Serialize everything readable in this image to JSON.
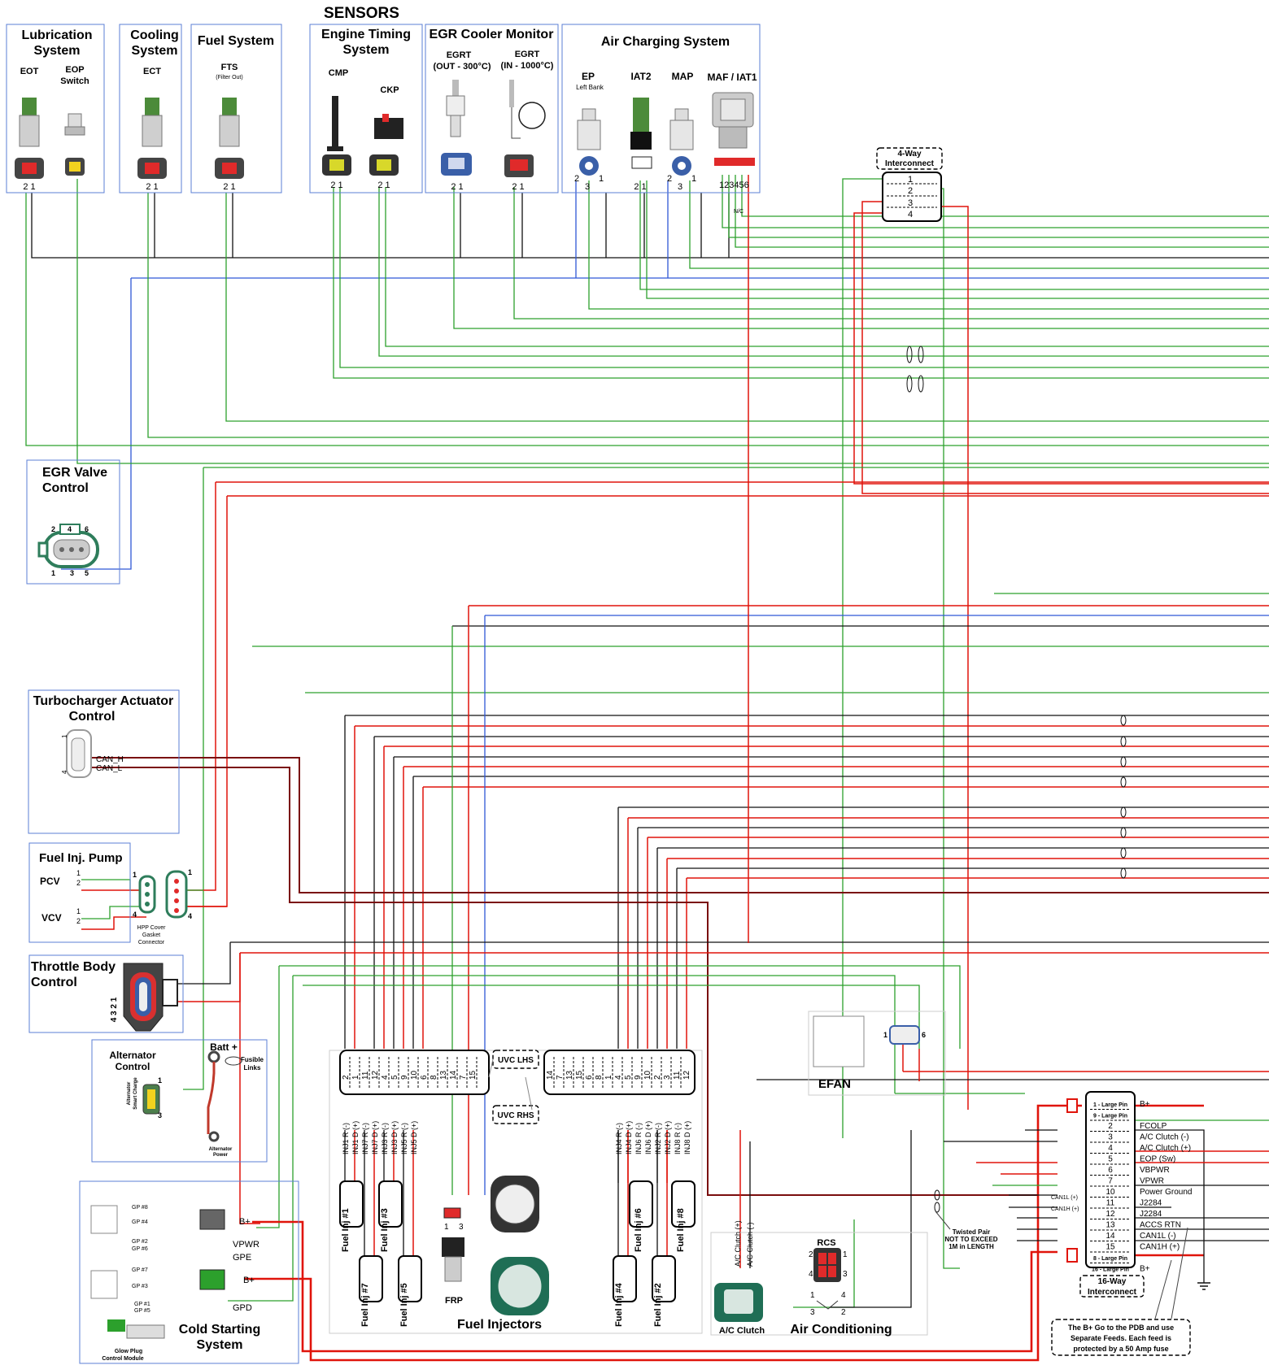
{
  "title": "SENSORS",
  "sensor_groups": {
    "lubrication": {
      "title": [
        "Lubrication",
        "System"
      ],
      "items": [
        "EOT",
        "EOP",
        "Switch"
      ],
      "pins": "2 1"
    },
    "cooling": {
      "title": [
        "Cooling",
        "System"
      ],
      "items": [
        "ECT"
      ],
      "pins": "2 1"
    },
    "fuel": {
      "title": [
        "Fuel System"
      ],
      "items": [
        "FTS",
        "(Filter Out)"
      ],
      "pins": "2 1"
    },
    "timing": {
      "title": [
        "Engine Timing",
        "System"
      ],
      "items": [
        "CMP",
        "CKP"
      ],
      "pins": [
        "2 1",
        "2 1"
      ]
    },
    "egr_cooler": {
      "title": [
        "EGR Cooler Monitor"
      ],
      "items": [
        "EGRT",
        "(OUT - 300°C)",
        "EGRT",
        "(IN - 1000°C)"
      ],
      "pins": [
        "2 1",
        "2 1"
      ]
    },
    "air": {
      "title": [
        "Air Charging System"
      ],
      "items": [
        "EP",
        "Left Bank",
        "IAT2",
        "MAP",
        "MAF / IAT1"
      ],
      "pins": [
        "2",
        "3",
        "1",
        "2 1",
        "2",
        "3",
        "1",
        "123456",
        "N/C"
      ]
    }
  },
  "four_way": {
    "label": [
      "4-Way",
      "Interconnect"
    ],
    "pins": [
      "1",
      "2",
      "3",
      "4"
    ]
  },
  "egr_valve": {
    "title": [
      "EGR Valve",
      "Control"
    ],
    "pins": [
      "2",
      "4",
      "6",
      "1",
      "3",
      "5"
    ]
  },
  "turbo": {
    "title": [
      "Turbocharger Actuator",
      "Control"
    ],
    "lines": [
      "CAN_H",
      "CAN_L"
    ],
    "pins": [
      "1",
      "4"
    ]
  },
  "fuel_pump": {
    "title": "Fuel Inj. Pump",
    "rows": [
      "PCV",
      "VCV"
    ],
    "nums": [
      "1",
      "2",
      "1",
      "2",
      "1",
      "4",
      "1",
      "4"
    ],
    "caption": [
      "HPP Cover",
      "Gasket",
      "Connector"
    ]
  },
  "throttle": {
    "title": [
      "Throttle Body",
      "Control"
    ],
    "pins": "4 3 2 1"
  },
  "alternator": {
    "title": [
      "Alternator",
      "Control"
    ],
    "batt": "Batt +",
    "fusible": [
      "Fusible",
      "Links"
    ],
    "side": [
      "Alternator",
      "Smart Charge"
    ],
    "power": [
      "Alternator",
      "Power"
    ],
    "pins": [
      "1",
      "3"
    ]
  },
  "cold_start": {
    "title": [
      "Cold Starting",
      "System"
    ],
    "gp_top": [
      "GP #8",
      "GP #4",
      "GP #2",
      "GP #6"
    ],
    "gp_bottom": [
      "GP #7",
      "GP #3",
      "GP #1",
      "GP #5"
    ],
    "labels": [
      "B+",
      "VPWR",
      "GPE",
      "B+",
      "GPD"
    ],
    "module": [
      "Glow Plug",
      "Control Module"
    ]
  },
  "injectors": {
    "title": "Fuel Injectors",
    "uvc": [
      "UVC LHS",
      "UVC RHS"
    ],
    "left_pins": [
      "2",
      "1",
      "11",
      "12",
      "4",
      "5",
      "9",
      "10",
      "6",
      "8",
      "13",
      "14",
      "7",
      "15"
    ],
    "right_pins": [
      "14",
      "7",
      "13",
      "15",
      "6",
      "8",
      "1",
      "4",
      "5",
      "9",
      "10",
      "2",
      "3",
      "11",
      "12"
    ],
    "left_signals": [
      "INJ1 R (-)",
      "INJ1 D (+)",
      "INJ7 R (-)",
      "INJ7 D (+)",
      "INJ3 R (-)",
      "INJ3 D (+)",
      "INJ5 R (-)",
      "INJ5 D (+)"
    ],
    "right_signals": [
      "INJ4 R (-)",
      "INJ4 D (+)",
      "INJ6 R (-)",
      "INJ6 D (+)",
      "INJ2 R (-)",
      "INJ2 D (+)",
      "INJ8 R (-)",
      "INJ8 D (+)"
    ],
    "injs": [
      "Fuel\nInj #1",
      "Fuel\nInj #3",
      "Fuel\nInj #7",
      "Fuel\nInj #5",
      "Fuel\nInj #6",
      "Fuel\nInj #8",
      "Fuel\nInj #4",
      "Fuel\nInj #2"
    ],
    "frp": "FRP",
    "frp_pins": [
      "1",
      "3"
    ]
  },
  "efan": {
    "title": "EFAN",
    "pins": [
      "1",
      "6"
    ]
  },
  "ac": {
    "title": "Air Conditioning",
    "clutch": "A/C Clutch",
    "clutch_pins": [
      "A/C Clutch (+)",
      "A/C Clutch (-)"
    ],
    "rcs": "RCS",
    "rcs_pins": [
      "2",
      "1",
      "4",
      "3"
    ],
    "switch_pins": [
      "1",
      "4",
      "3",
      "2"
    ]
  },
  "twisted_pair": [
    "Twisted Pair",
    "NOT TO EXCEED",
    "1M in LENGTH"
  ],
  "interconnect16": {
    "label": [
      "16-Way",
      "Interconnect"
    ],
    "pins": [
      {
        "pin": "1 - Large Pin",
        "sig": "B+"
      },
      {
        "pin": "9 - Large Pin",
        "sig": ""
      },
      {
        "pin": "2",
        "sig": "FCOLP"
      },
      {
        "pin": "3",
        "sig": "A/C Clutch (-)"
      },
      {
        "pin": "4",
        "sig": "A/C Clutch (+)"
      },
      {
        "pin": "5",
        "sig": "EOP (Sw)"
      },
      {
        "pin": "6",
        "sig": "VBPWR"
      },
      {
        "pin": "7",
        "sig": "VPWR"
      },
      {
        "pin": "10",
        "sig": "Power Ground"
      },
      {
        "pin": "11",
        "sig": "J2284"
      },
      {
        "pin": "12",
        "sig": "J2284"
      },
      {
        "pin": "13",
        "sig": "ACCS RTN"
      },
      {
        "pin": "14",
        "sig": "CAN1L (-)"
      },
      {
        "pin": "15",
        "sig": "CAN1H (+)"
      },
      {
        "pin": "8 - Large Pin",
        "sig": ""
      },
      {
        "pin": "16 - Large Pin",
        "sig": "B+"
      }
    ],
    "can_labels": [
      "CAN1L (+)",
      "CAN1H (+)"
    ]
  },
  "note": [
    "The B+ Go  to the PDB  and  use",
    "Separate Feeds. Each feed is",
    "protected by a 50 Amp fuse"
  ],
  "colors": {
    "green": "#2ca02c",
    "red": "#e0140b",
    "black": "#111111",
    "blue": "#2f57d6",
    "box": "#5b7fd6"
  }
}
